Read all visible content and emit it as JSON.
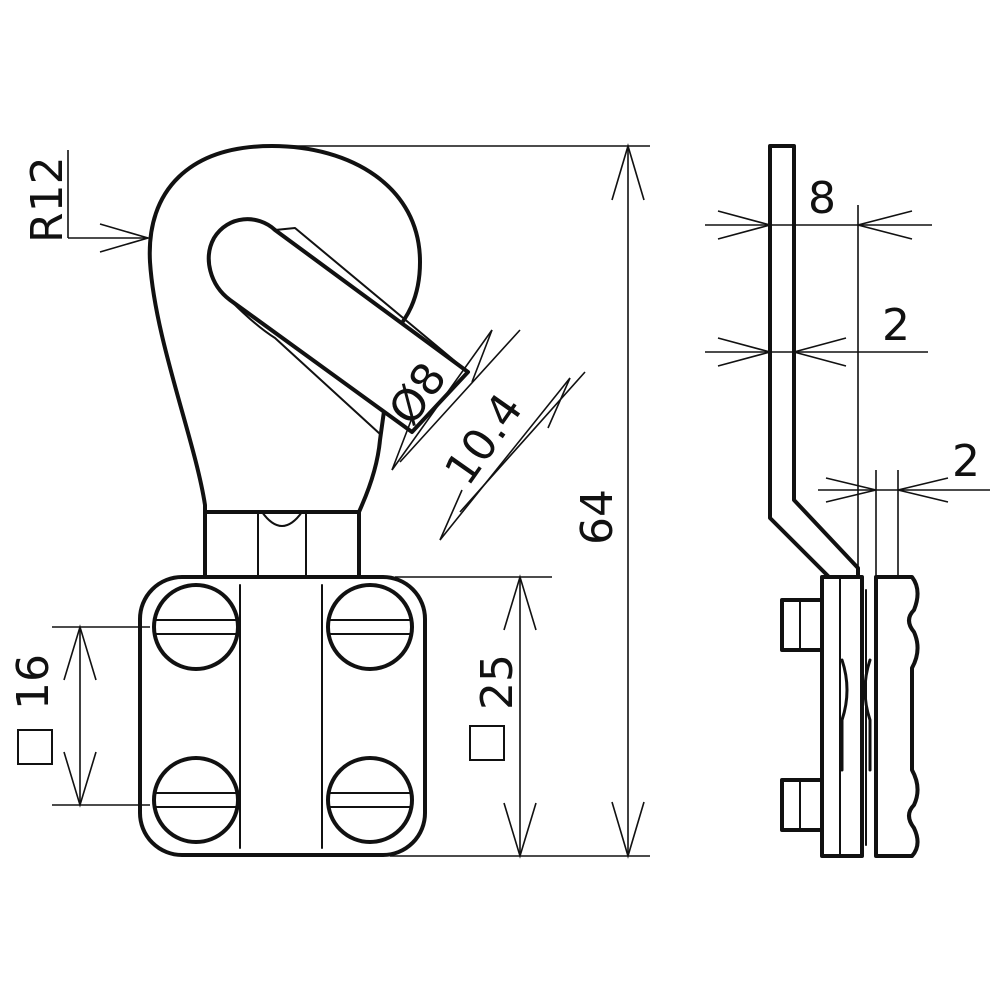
{
  "diagram": {
    "stroke_color": "#111111",
    "background_color": "#ffffff",
    "dimensions": {
      "radius": "R12",
      "hole_diameter": "Ø8",
      "slot_width": "10.4",
      "total_height": "64",
      "conductor_square": "16",
      "clamp_square": "25",
      "side_width": "8",
      "side_thickness": "2",
      "plate_thickness": "2"
    }
  }
}
